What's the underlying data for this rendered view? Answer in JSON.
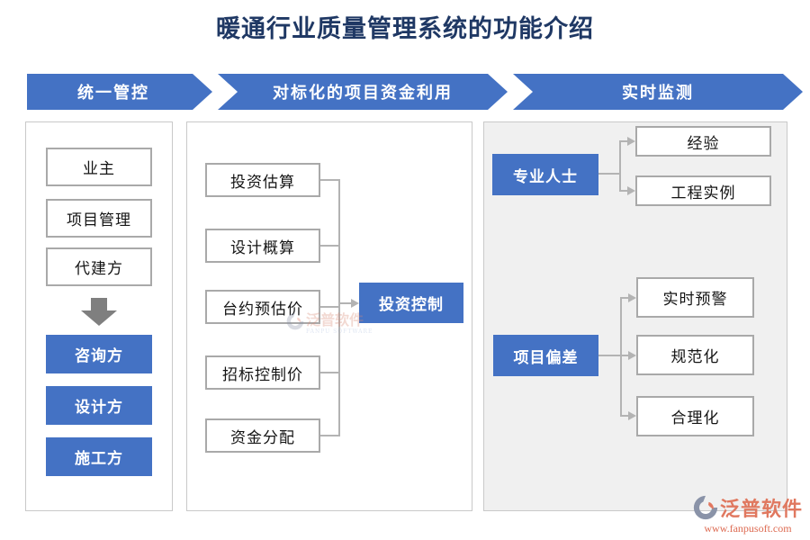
{
  "title": "暖通行业质量管理系统的功能介绍",
  "banner": {
    "steps": [
      "统一管控",
      "对标化的项目资金利用",
      "实时监测"
    ]
  },
  "left_panel": {
    "top_boxes": [
      "业主",
      "项目管理",
      "代建方"
    ],
    "bottom_boxes": [
      "咨询方",
      "设计方",
      "施工方"
    ]
  },
  "middle_panel": {
    "source_boxes": [
      "投资估算",
      "设计概算",
      "台约预估价",
      "招标控制价",
      "资金分配"
    ],
    "target_box": "投资控制"
  },
  "right_panel": {
    "group1": {
      "source": "专业人士",
      "targets": [
        "经验",
        "工程实例"
      ]
    },
    "group2": {
      "source": "项目偏差",
      "targets": [
        "实时预警",
        "规范化",
        "合理化"
      ]
    }
  },
  "watermark": {
    "brand": "泛普软件",
    "subtext": "FANPU SOFTWARE"
  },
  "logo": {
    "brand": "泛普软件",
    "url": "www.fanpusoft.com"
  },
  "colors": {
    "accent_blue": "#4472c4",
    "title_navy": "#1f3864",
    "line_gray": "#b3b3b3",
    "logo_coral": "#e0785f",
    "panel_gray_bg": "#f0f0f0"
  }
}
